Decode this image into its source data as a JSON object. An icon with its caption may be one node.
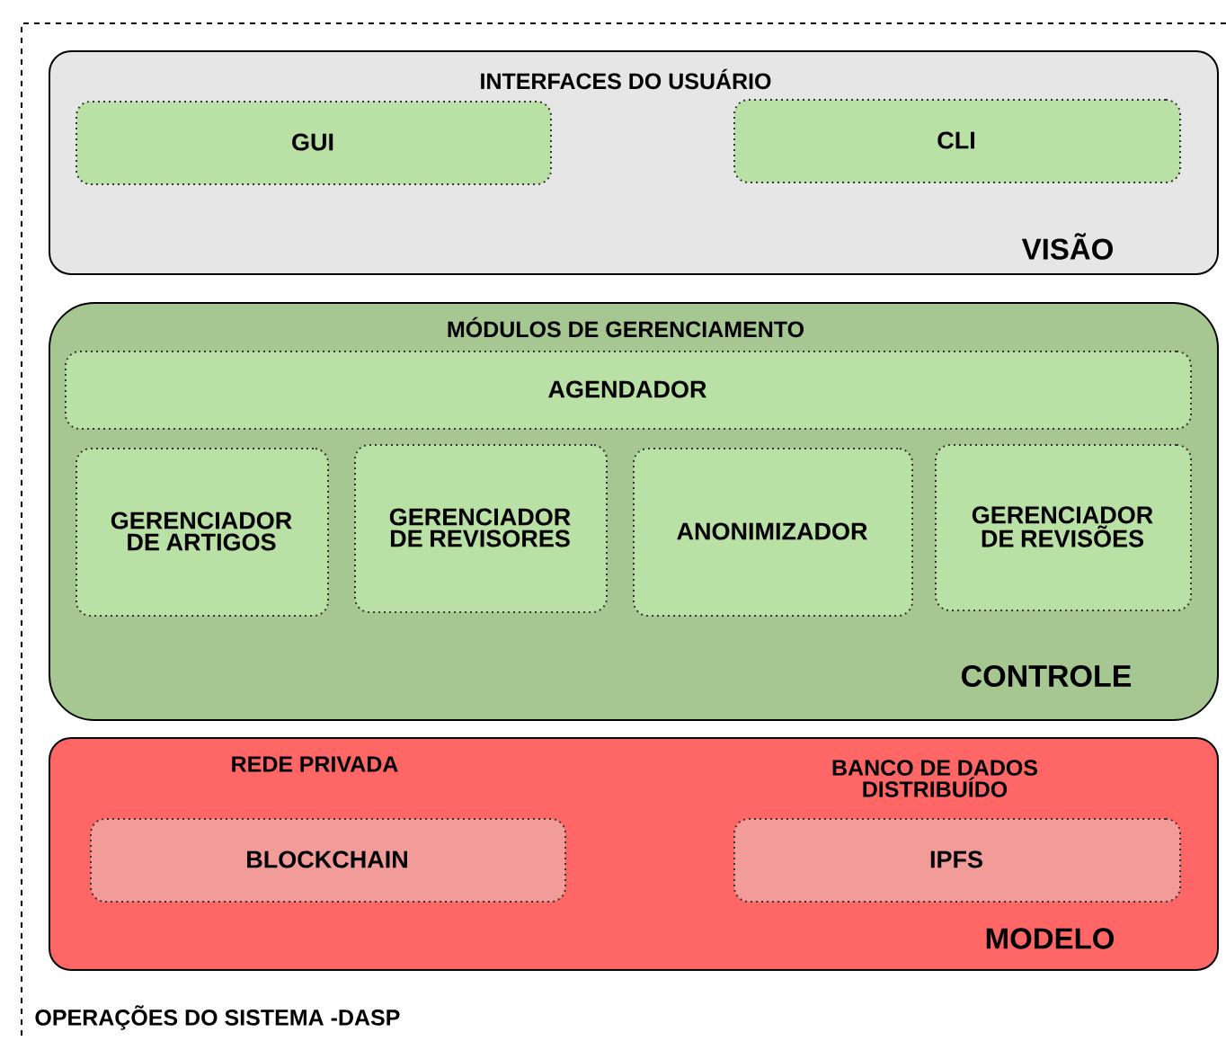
{
  "diagram": {
    "nodes": [
      {
        "text": [
          "OPERAÇÕES DO SISTEMA -DASP"
        ]
      },
      {
        "text": [
          "INTERFACES DO USUÁRIO",
          "VISÃO"
        ],
        "in": 0
      },
      {
        "text": [
          "GUI"
        ],
        "in": 1
      },
      {
        "text": [
          "CLI"
        ],
        "in": 1
      },
      {
        "text": [
          "MÓDULOS DE GERENCIAMENTO",
          "CONTROLE"
        ],
        "in": 0
      },
      {
        "text": [
          "AGENDADOR"
        ],
        "in": 4
      },
      {
        "text": [
          "GERENCIADOR DE ARTIGOS"
        ],
        "in": 4
      },
      {
        "text": [
          "GERENCIADOR DE REVISORES"
        ],
        "in": 4
      },
      {
        "text": [
          "ANONIMIZADOR"
        ],
        "in": 4
      },
      {
        "text": [
          "GERENCIADOR DE REVISÕES"
        ],
        "in": 4
      },
      {
        "text": [
          "MODELO"
        ],
        "in": 0
      },
      {
        "text": [
          "REDE PRIVADA",
          "BLOCKCHAIN"
        ],
        "in": 10
      },
      {
        "text": [
          "BANCO DE DADOS DISTRIBUÍDO",
          "IPFS"
        ],
        "in": 10
      }
    ]
  }
}
